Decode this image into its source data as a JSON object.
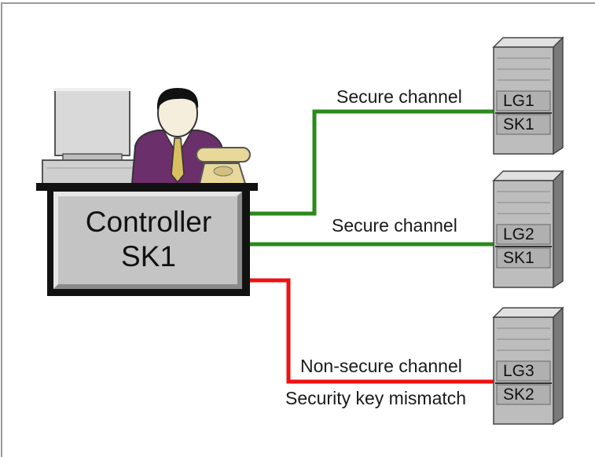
{
  "controller": {
    "name": "Controller",
    "key": "SK1"
  },
  "servers": [
    {
      "id": "LG1",
      "key": "SK1",
      "channel_label": "Secure channel",
      "status": "secure",
      "color": "#2a8a1a"
    },
    {
      "id": "LG2",
      "key": "SK1",
      "channel_label": "Secure channel",
      "status": "secure",
      "color": "#2a8a1a"
    },
    {
      "id": "LG3",
      "key": "SK2",
      "channel_label": "Non-secure channel",
      "status": "non-secure",
      "note": "Security key mismatch",
      "color": "#ee1111"
    }
  ],
  "icons": [
    "workstation-icon",
    "operator-icon",
    "telephone-icon",
    "server-icon"
  ]
}
